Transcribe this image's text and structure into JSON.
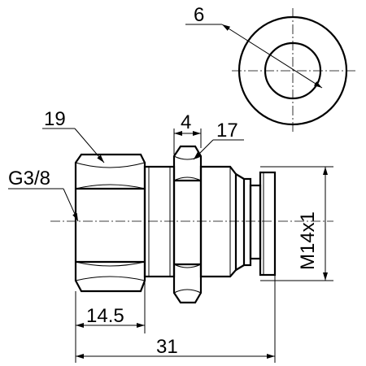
{
  "labels": {
    "hole_diameter": "6",
    "hex_nut_size": "19",
    "pipe_thread": "G3/8",
    "lock_nut_thickness": "4",
    "lock_nut_size": "17",
    "thread_spec": "M14x1",
    "hex_length": "14.5",
    "overall_length": "31"
  }
}
